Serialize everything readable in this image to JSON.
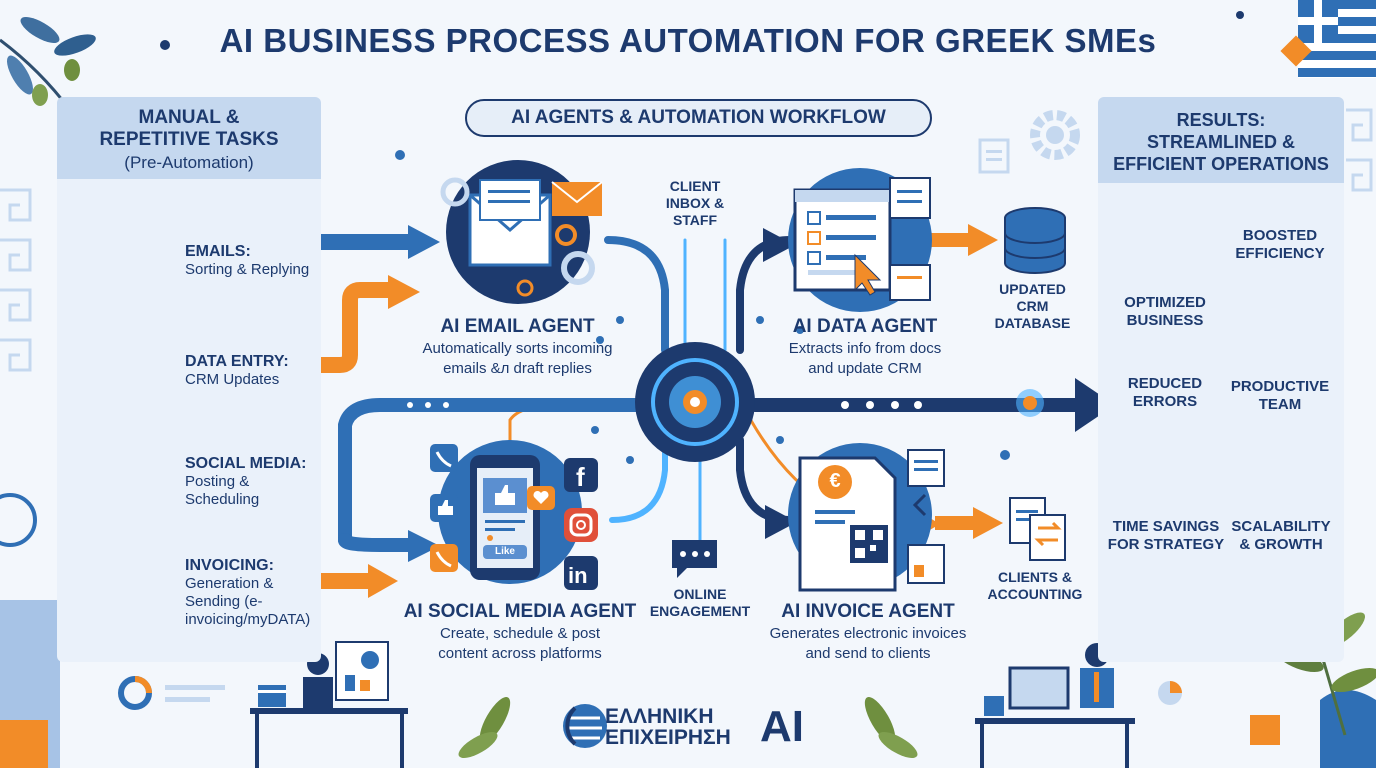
{
  "title": "AI BUSINESS PROCESS AUTOMATION FOR GREEK SMEs",
  "left_panel": {
    "heading_line1": "MANUAL &",
    "heading_line2": "REPETITIVE TASKS",
    "subheading": "(Pre-Automation)",
    "tasks": [
      {
        "title": "EMAILS:",
        "desc": [
          "Sorting & Replying"
        ]
      },
      {
        "title": "DATA ENTRY:",
        "desc": [
          "CRM Updates"
        ]
      },
      {
        "title": "SOCIAL MEDIA:",
        "desc": [
          "Posting &",
          "Scheduling"
        ]
      },
      {
        "title": "INVOICING:",
        "desc": [
          "Generation &",
          "Sending (e-",
          "invoicing/myDATA)"
        ]
      }
    ]
  },
  "workflow": {
    "banner": "AI AGENTS & AUTOMATION WORKFLOW",
    "agents": {
      "email": {
        "name": "AI EMAIL AGENT",
        "desc": [
          "Automatically sorts incoming",
          "emails &л draft replies"
        ]
      },
      "data": {
        "name": "AI DATA AGENT",
        "desc": [
          "Extracts info from docs",
          "and update CRM"
        ]
      },
      "social": {
        "name": "AI SOCIAL MEDIA AGENT",
        "desc": [
          "Create, schedule & post",
          "content across platforms"
        ]
      },
      "invoice": {
        "name": "AI INVOICE AGENT",
        "desc": [
          "Generates electronic invoices",
          "and send to clients"
        ]
      }
    },
    "labels": {
      "client_inbox": [
        "CLIENT",
        "INBOX &",
        "STAFF"
      ],
      "crm": [
        "UPDATED",
        "CRM",
        "DATABASE"
      ],
      "online": [
        "ONLINE",
        "ENGAGEMENT"
      ],
      "clients": [
        "CLIENTS &",
        "ACCOUNTING"
      ]
    },
    "like_label": "Like",
    "euro_symbol": "€"
  },
  "right_panel": {
    "heading": [
      "RESULTS:",
      "STREAMLINED &",
      "EFFICIENT OPERATIONS"
    ],
    "results": [
      [
        "BOOSTED",
        "EFFICIENCY"
      ],
      [
        "OPTIMIZED",
        "BUSINESS"
      ],
      [
        "REDUCED",
        "ERRORS"
      ],
      [
        "PRODUCTIVE",
        "TEAM"
      ],
      [
        "TIME SAVINGS",
        "FOR STRATEGY"
      ],
      [
        "SCALABILITY",
        "& GROWTH"
      ]
    ]
  },
  "logo": {
    "line1": "ΕΛΛΗΝΙΚΗ",
    "line2": "ΕΠΙΧΕΙΡΗΣΗ",
    "ai": "AI"
  },
  "colors": {
    "navy": "#1d3a6e",
    "blue": "#2f6fb5",
    "light_blue": "#c5d8ef",
    "orange": "#f28c28",
    "glow": "#4fb3ff"
  }
}
